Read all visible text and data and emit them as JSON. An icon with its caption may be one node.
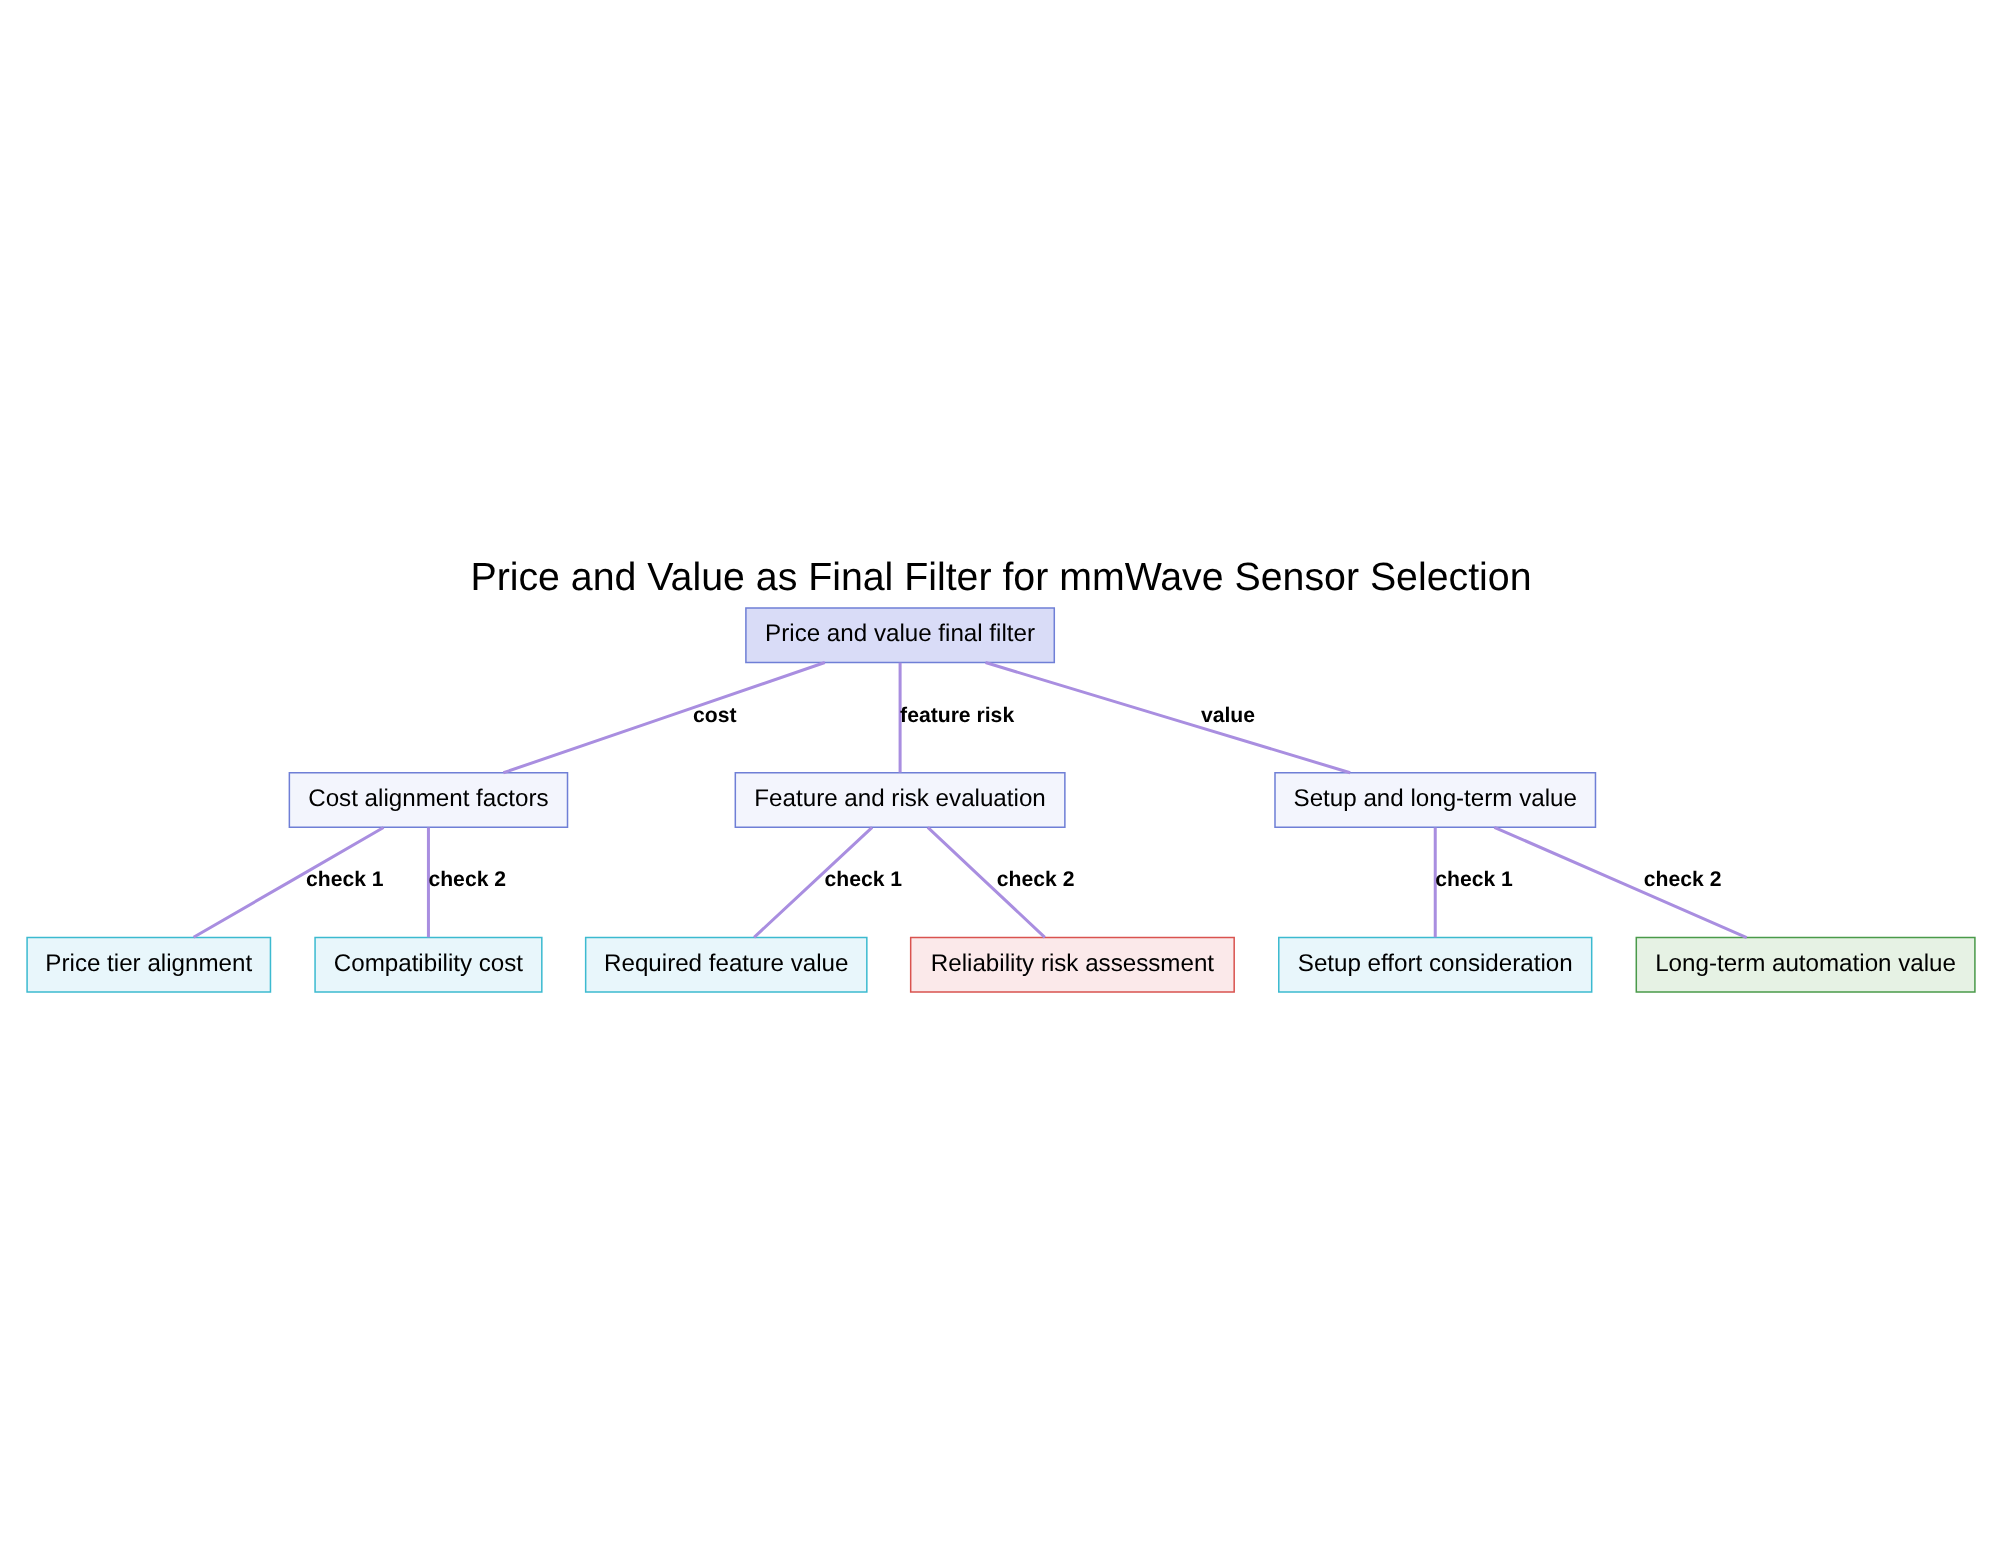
{
  "diagram": {
    "title": "Price and Value as Final Filter for mmWave Sensor Selection",
    "nodes": [
      {
        "text": [
          "Price and value final filter"
        ]
      },
      {
        "text": [
          "Cost alignment factors"
        ]
      },
      {
        "text": [
          "Feature and risk evaluation"
        ]
      },
      {
        "text": [
          "Setup and long-term value"
        ]
      },
      {
        "text": [
          "Price tier alignment"
        ]
      },
      {
        "text": [
          "Compatibility cost"
        ]
      },
      {
        "text": [
          "Required feature value"
        ]
      },
      {
        "text": [
          "Reliability risk assessment"
        ]
      },
      {
        "text": [
          "Setup effort consideration"
        ]
      },
      {
        "text": [
          "Long-term automation value"
        ]
      }
    ],
    "edges": [
      {
        "from": 0,
        "to": 1,
        "arrow": "none",
        "label": "cost"
      },
      {
        "from": 0,
        "to": 2,
        "arrow": "none",
        "label": "feature risk"
      },
      {
        "from": 0,
        "to": 3,
        "arrow": "none",
        "label": "value"
      },
      {
        "from": 1,
        "to": 4,
        "arrow": "none",
        "label": "check 1"
      },
      {
        "from": 1,
        "to": 5,
        "arrow": "none",
        "label": "check 2"
      },
      {
        "from": 2,
        "to": 6,
        "arrow": "none",
        "label": "check 1"
      },
      {
        "from": 2,
        "to": 7,
        "arrow": "none",
        "label": "check 2"
      },
      {
        "from": 3,
        "to": 8,
        "arrow": "none",
        "label": "check 1"
      },
      {
        "from": 3,
        "to": 9,
        "arrow": "none",
        "label": "check 2"
      }
    ]
  }
}
